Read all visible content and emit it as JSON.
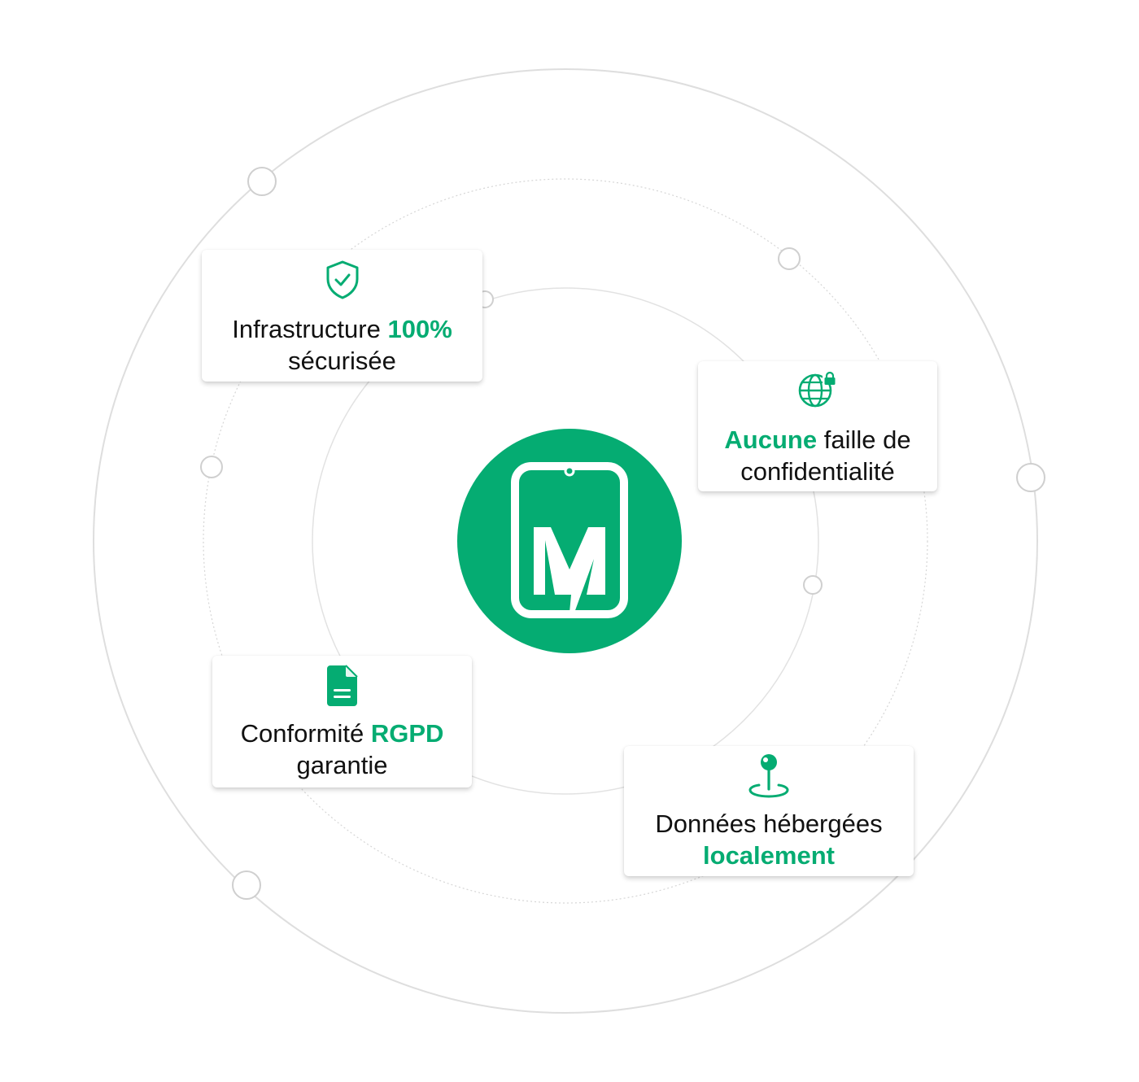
{
  "colors": {
    "accent": "#05AC72",
    "text": "#111111",
    "orbit": "#dcdcdc",
    "background": "#ffffff"
  },
  "center_logo": {
    "icon": "phone-m-logo-icon",
    "letter": "M"
  },
  "cards": {
    "security": {
      "icon": "shield-check-icon",
      "line1_plain": "Infrastructure ",
      "line1_accent": "100%",
      "line2_plain": "sécurisée"
    },
    "privacy": {
      "icon": "globe-lock-icon",
      "line1_accent": "Aucune",
      "line1_plain": " faille de",
      "line2_plain": "confidentialité"
    },
    "rgpd": {
      "icon": "document-icon",
      "line1_plain": "Conformité ",
      "line1_accent": "RGPD",
      "line2_plain": "garantie"
    },
    "local": {
      "icon": "location-pin-icon",
      "line1_plain": "Données hébergées",
      "line2_accent": "localement"
    }
  }
}
